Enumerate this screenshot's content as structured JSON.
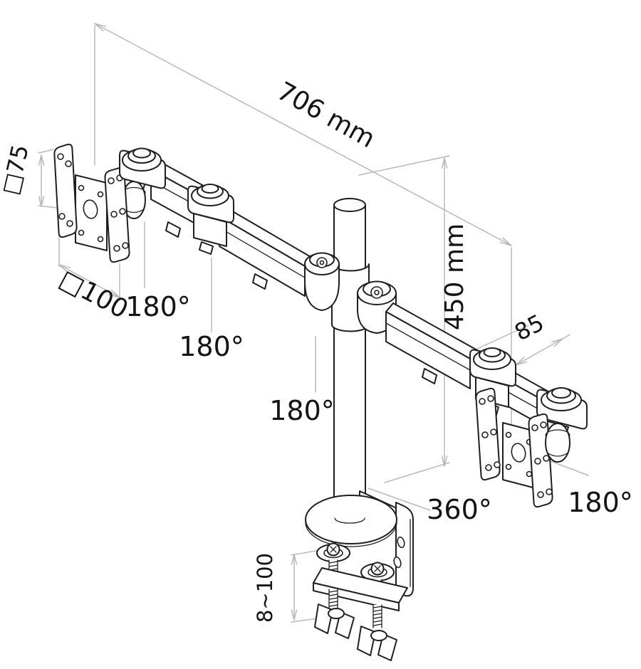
{
  "colors": {
    "background": "#ffffff",
    "line": "#1f1f1f",
    "dimension_line": "#b9b9b9",
    "text": "#141414"
  },
  "labels": {
    "dim_width": "706 mm",
    "dim_height": "450 mm",
    "dim_arm_offset": "85",
    "vesa_small": "□75",
    "vesa_large": "□100",
    "clamp_range": "8~100",
    "rotate_left_end": "180°",
    "rotate_left_elbow": "180°",
    "rotate_center": "180°",
    "rotate_base": "360°",
    "rotate_right_end": "180°"
  }
}
